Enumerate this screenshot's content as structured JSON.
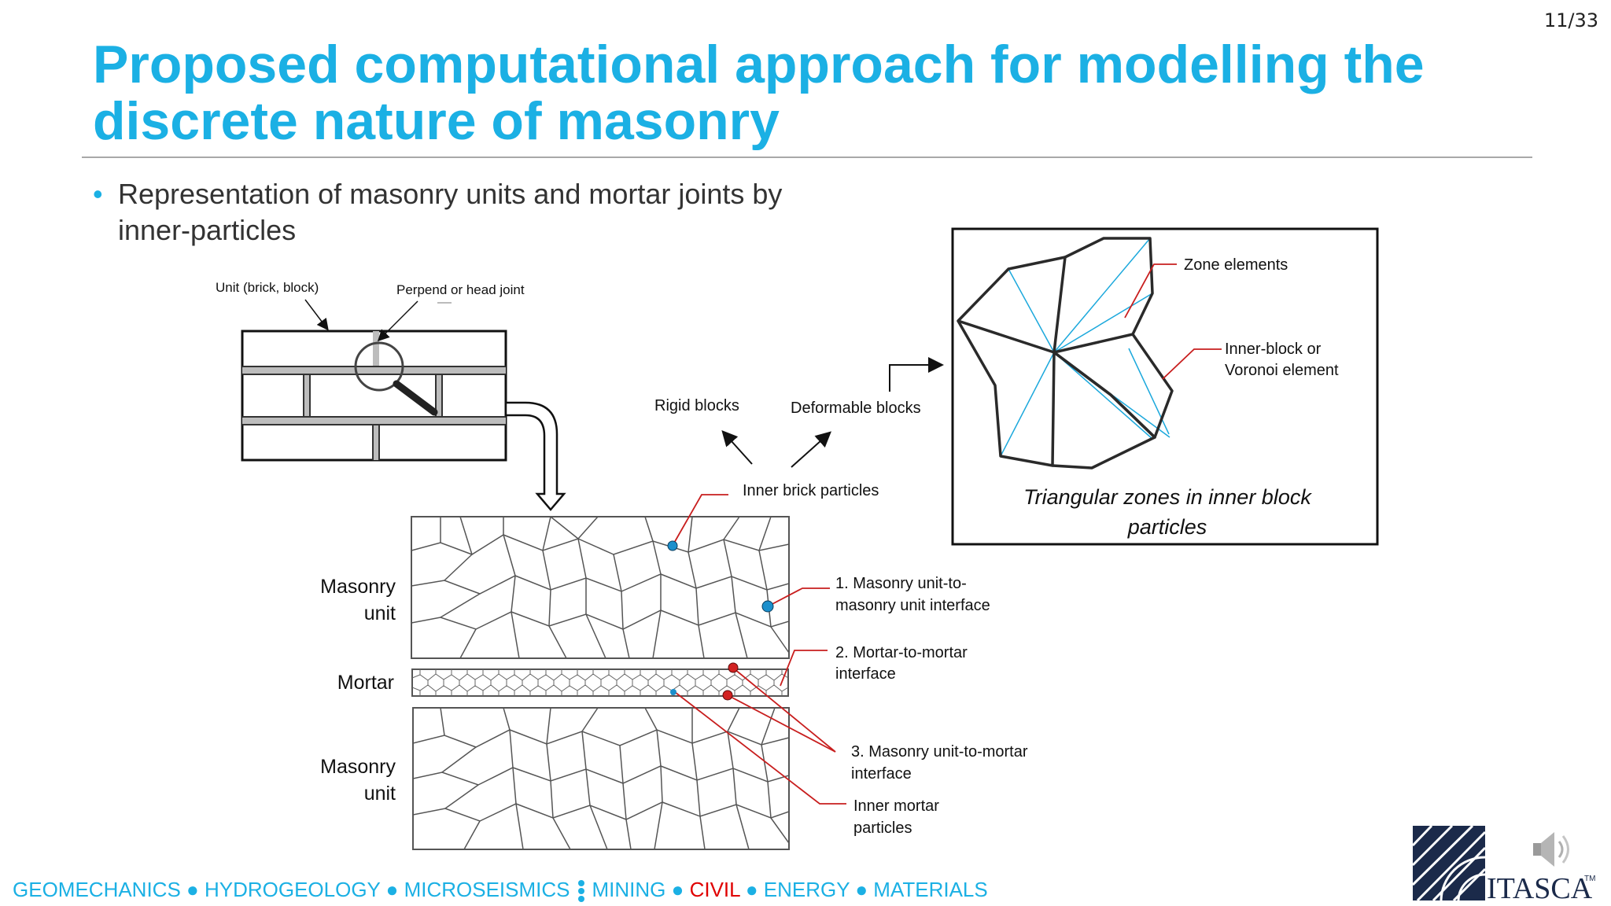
{
  "page_number": "11/33",
  "title": "Proposed computational approach for modelling the discrete nature of masonry",
  "bullet": "Representation of masonry units and mortar joints by inner-particles",
  "figure": {
    "label_unit": "Unit (brick, block)",
    "label_perpend": "Perpend or head joint",
    "label_rigid": "Rigid blocks",
    "label_deformable": "Deformable blocks",
    "label_inner_brick": "Inner  brick particles",
    "label_masonry_unit_top_1": "Masonry",
    "label_masonry_unit_top_2": "unit",
    "label_mortar": "Mortar",
    "label_masonry_unit_bottom_1": "Masonry",
    "label_masonry_unit_bottom_2": "unit",
    "interface_1_line1": "1. Masonry unit-to-",
    "interface_1_line2": "masonry unit interface",
    "interface_2_line1": "2. Mortar-to-mortar",
    "interface_2_line2": "interface",
    "interface_3_line1": "3. Masonry unit-to-mortar",
    "interface_3_line2": "interface",
    "inner_mortar_line1": "Inner mortar",
    "inner_mortar_line2": "particles",
    "inset_zone_elements": "Zone elements",
    "inset_voronoi_line1": "Inner-block or",
    "inset_voronoi_line2": "Voronoi element",
    "inset_caption_line1": "Triangular zones in inner block",
    "inset_caption_line2": "particles"
  },
  "footer": {
    "group_a": [
      "GEOMECHANICS",
      "HYDROGEOLOGY",
      "MICROSEISMICS"
    ],
    "group_b_before": [
      "MINING"
    ],
    "highlight": "CIVIL",
    "group_b_after": [
      "ENERGY",
      "MATERIALS"
    ],
    "separator": " ● "
  },
  "logo_text": "ITASCA",
  "logo_tm": "TM",
  "colors": {
    "accent_blue": "#1BB0E4",
    "highlight_red": "#E00000",
    "logo_navy": "#1B2A4A",
    "leader_red": "#C81E1E",
    "particle_blue": "#1B8FCC"
  },
  "icons": [
    "magnifier-icon",
    "speaker-icon",
    "itasca-logo-icon"
  ]
}
